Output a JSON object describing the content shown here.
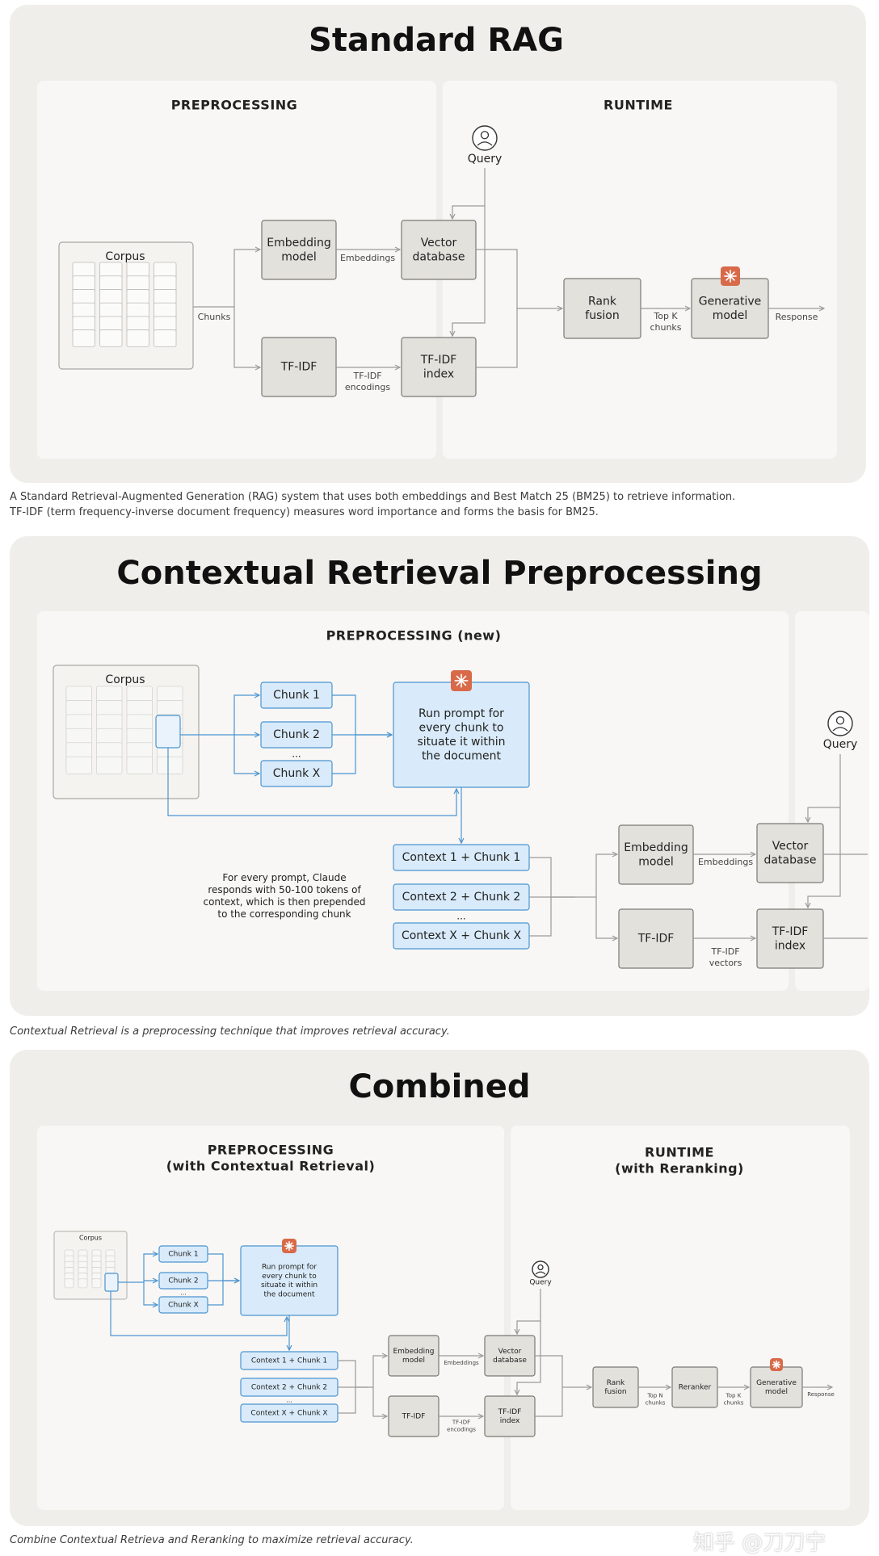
{
  "colors": {
    "panel": "#f0eeea",
    "section": "#f8f7f5",
    "gray_box": "#e3e1dc",
    "blue_box": "#d9ebfa",
    "blue_stroke": "#4b94d0",
    "accent": "#d86a4a",
    "line": "#9a9a9a"
  },
  "icons": [
    "user-icon",
    "claude-spark-icon",
    "document-stack-icon",
    "document-icon"
  ],
  "panel1": {
    "title": "Standard RAG",
    "pre_label": "PREPROCESSING",
    "run_label": "RUNTIME",
    "corpus": "Corpus",
    "chunks": "Chunks",
    "embedding": "Embedding\nmodel",
    "embeddings": "Embeddings",
    "vector_db": "Vector\ndatabase",
    "tfidf": "TF-IDF",
    "tfidf_enc": "TF-IDF\nencodings",
    "tfidf_index": "TF-IDF\nindex",
    "query": "Query",
    "rank_fusion": "Rank\nfusion",
    "topk": "Top K\nchunks",
    "generative": "Generative\nmodel",
    "response": "Response"
  },
  "caption1": "A Standard Retrieval-Augmented Generation (RAG) system that uses both embeddings and Best Match 25 (BM25) to retrieve information.\nTF-IDF (term frequency-inverse document frequency) measures word importance and forms the basis for BM25.",
  "panel2": {
    "title": "Contextual Retrieval Preprocessing",
    "pre_label": "PREPROCESSING (new)",
    "corpus": "Corpus",
    "chunk1": "Chunk 1",
    "chunk2": "Chunk 2",
    "chunkx": "Chunk X",
    "ellipsis": "...",
    "prompt": "Run prompt for\nevery chunk to\nsituate it within\nthe document",
    "ctx1": "Context 1 + Chunk 1",
    "ctx2": "Context 2 + Chunk 2",
    "ctxx": "Context X + Chunk X",
    "note": "For every prompt, Claude\nresponds with 50-100 tokens of\ncontext, which is then prepended\nto the corresponding chunk",
    "embedding": "Embedding\nmodel",
    "embeddings": "Embeddings",
    "vector_db": "Vector\ndatabase",
    "tfidf": "TF-IDF",
    "tfidf_vec": "TF-IDF\nvectors",
    "tfidf_index": "TF-IDF\nindex",
    "query": "Query"
  },
  "caption2": "Contextual Retrieval is a preprocessing technique that improves retrieval accuracy.",
  "panel3": {
    "title": "Combined",
    "pre_label": "PREPROCESSING\n(with Contextual Retrieval)",
    "run_label": "RUNTIME\n(with Reranking)",
    "corpus": "Corpus",
    "chunk1": "Chunk 1",
    "chunk2": "Chunk 2",
    "chunkx": "Chunk X",
    "ellipsis": "...",
    "prompt": "Run prompt for\nevery chunk to\nsituate it within\nthe document",
    "ctx1": "Context 1 + Chunk 1",
    "ctx2": "Context 2 + Chunk 2",
    "ctxx": "Context X + Chunk X",
    "embedding": "Embedding\nmodel",
    "embeddings": "Embeddings",
    "vector_db": "Vector\ndatabase",
    "tfidf": "TF-IDF",
    "tfidf_enc": "TF-IDF\nencodings",
    "tfidf_index": "TF-IDF\nindex",
    "query": "Query",
    "rank_fusion": "Rank\nfusion",
    "topn": "Top N\nchunks",
    "reranker": "Reranker",
    "topk": "Top K\nchunks",
    "generative": "Generative\nmodel",
    "response": "Response"
  },
  "caption3": "Combine Contextual Retrieva and Reranking to maximize retrieval accuracy.",
  "watermark": "知乎 @刀刀宁"
}
